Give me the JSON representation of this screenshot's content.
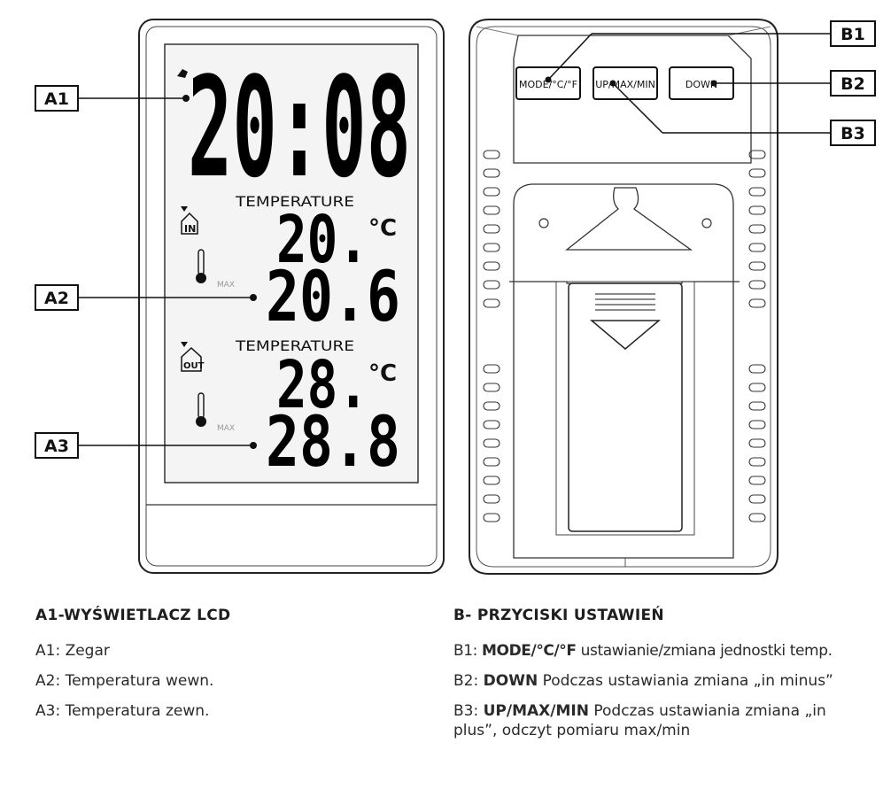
{
  "callouts": {
    "a1": "A1",
    "a2": "A2",
    "a3": "A3",
    "b1": "B1",
    "b2": "B2",
    "b3": "B3"
  },
  "lcd": {
    "time": "20:08",
    "temp_label_in": "TEMPERATURE",
    "in_badge": "IN",
    "in_temp_max": "20.",
    "in_temp_cur": "20.6",
    "unit": "°C",
    "max_tag": "MAX",
    "temp_label_out": "TEMPERATURE",
    "out_badge": "OUT",
    "out_temp_max": "28.",
    "out_temp_cur": "28.8"
  },
  "back_buttons": {
    "mode": "MODE/°C/°F",
    "up": "UP/MAX/MIN",
    "down": "DOWN"
  },
  "legend_a": {
    "heading": "A1-WYŚWIETLACZ LCD",
    "items": [
      "A1: Zegar",
      "A2: Temperatura wewn.",
      "A3: Temperatura zewn."
    ]
  },
  "legend_b": {
    "heading": "B- PRZYCISKI USTAWIEŃ",
    "b1_prefix": "B1: ",
    "b1_bold": "MODE/°C/°F",
    "b1_rest": " ustawianie/zmiana jednostki temp.",
    "b2_prefix": "B2: ",
    "b2_bold": "DOWN",
    "b2_rest": " Podczas ustawiania zmiana „in minus”",
    "b3_prefix": "B3: ",
    "b3_bold": "UP/MAX/MIN",
    "b3_rest": " Podczas ustawiania zmiana „in",
    "b3_rest2": "plus”, odczyt pomiaru max/min"
  }
}
